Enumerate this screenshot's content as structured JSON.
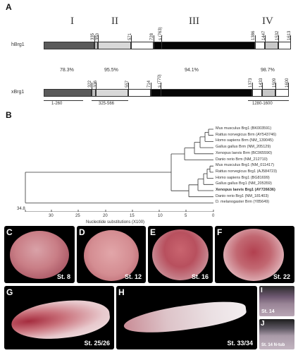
{
  "panels": {
    "A": "A",
    "B": "B",
    "C": "C",
    "D": "D",
    "E": "E",
    "F": "F",
    "G": "G",
    "H": "H",
    "I": "I",
    "J": "J"
  },
  "domains": [
    "I",
    "II",
    "III",
    "IV"
  ],
  "hBrg1": {
    "label": "hBrg1",
    "positions": [
      "335",
      "350",
      "571",
      "728",
      "s (763)",
      "1386",
      "1447",
      "1532",
      "1613"
    ]
  },
  "identity": [
    "78.3%",
    "95.5%",
    "94.1%",
    "98.7%"
  ],
  "xBrg1": {
    "label": "xBrg1",
    "positions": [
      "322",
      "336",
      "557",
      "714",
      "s (770)",
      "1373",
      "1433",
      "1509",
      "1600"
    ]
  },
  "fragments": [
    "1-260",
    "325-566",
    "1280-1600"
  ],
  "tree": {
    "leaves": [
      {
        "text": "Mus musculus Brg1 (BK003591)",
        "bold": false
      },
      {
        "text": "Rattus norvegicus Brm (AY543746)",
        "bold": false
      },
      {
        "text": "Homo sapiens Brm (NM_139045)",
        "bold": false
      },
      {
        "text": "Gallus gallus Brm (NM_205129)",
        "bold": false
      },
      {
        "text": "Xenopus laevis Brm (BC065590)",
        "bold": false
      },
      {
        "text": "Danio rerio Brm (NM_212710)",
        "bold": false
      },
      {
        "text": "Mus musculus Brg1 (NM_011417)",
        "bold": false
      },
      {
        "text": "Rattus norvegicus Brg1 (AJ584723)",
        "bold": false
      },
      {
        "text": "Homo sapiens Brg1 (BG81699)",
        "bold": false
      },
      {
        "text": "Gallus gallus Brg1 (NM_205359)",
        "bold": false
      },
      {
        "text": "Xenopus laevis Brg1 (AY726636)",
        "bold": true
      },
      {
        "text": "Danio rerio Brg1 (NM_181403)",
        "bold": false
      },
      {
        "text": "D. melanogaster Brm (Y85649)",
        "bold": false
      }
    ],
    "axis_ticks": [
      "30",
      "25",
      "20",
      "15",
      "10",
      "5",
      "0"
    ],
    "axis_start": "34.8",
    "axis_label": "Nucleotide substitutions (X100)"
  },
  "stages": {
    "C": "St. 8",
    "D": "St. 12",
    "E": "St. 16",
    "F": "St. 22",
    "G": "St. 25/26",
    "H": "St. 33/34",
    "I": "St. 14",
    "J": "St. 14  N-tub"
  }
}
